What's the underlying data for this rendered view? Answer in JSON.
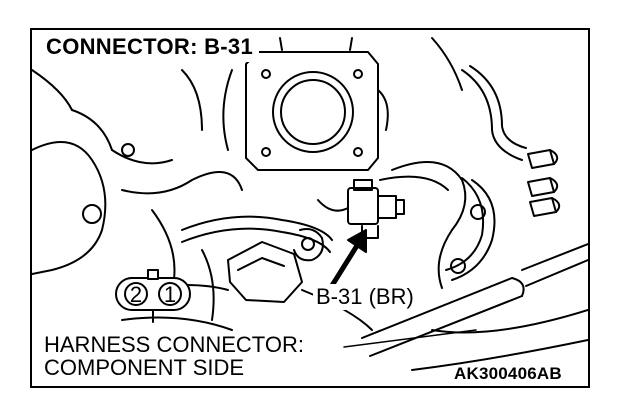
{
  "figure": {
    "title": "CONNECTOR: B-31",
    "callout": "B-31 (BR)",
    "connector_note_line1": "HARNESS CONNECTOR:",
    "connector_note_line2": "COMPONENT SIDE",
    "figure_id": "AK300406AB"
  },
  "connector": {
    "pins": [
      "2",
      "1"
    ]
  }
}
